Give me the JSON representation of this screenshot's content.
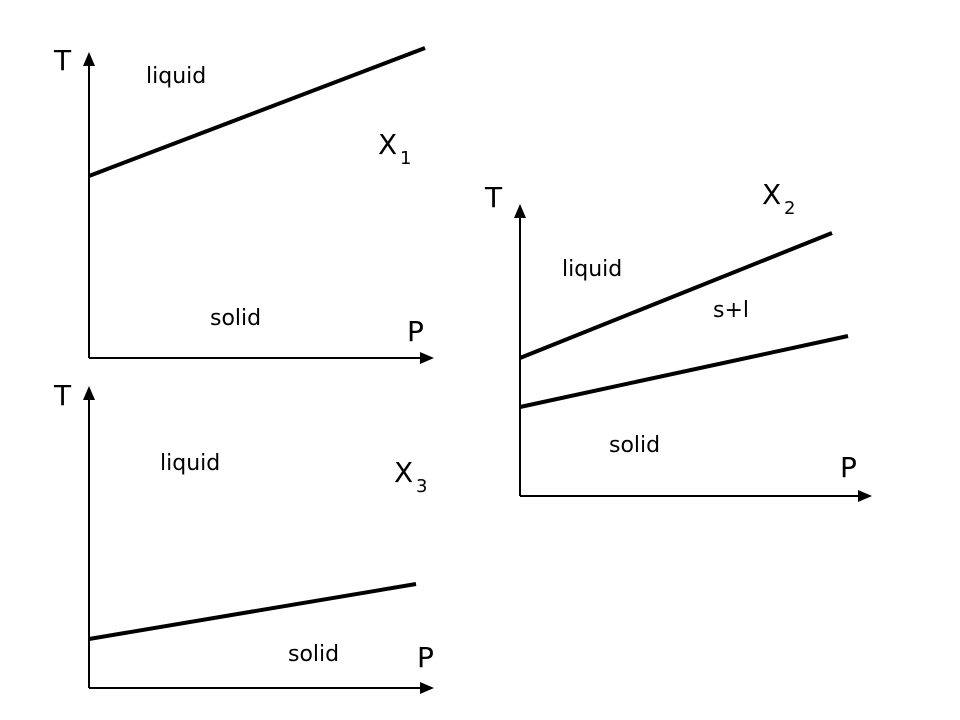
{
  "diagrams": [
    {
      "id": "x1",
      "composition": {
        "main": "X",
        "sub": "1"
      },
      "axes": {
        "y": "T",
        "x": "P"
      },
      "regions": [
        "liquid",
        "solid"
      ]
    },
    {
      "id": "x2",
      "composition": {
        "main": "X",
        "sub": "2"
      },
      "axes": {
        "y": "T",
        "x": "P"
      },
      "regions": [
        "liquid",
        "s+l",
        "solid"
      ]
    },
    {
      "id": "x3",
      "composition": {
        "main": "X",
        "sub": "3"
      },
      "axes": {
        "y": "T",
        "x": "P"
      },
      "regions": [
        "liquid",
        "solid"
      ]
    }
  ]
}
